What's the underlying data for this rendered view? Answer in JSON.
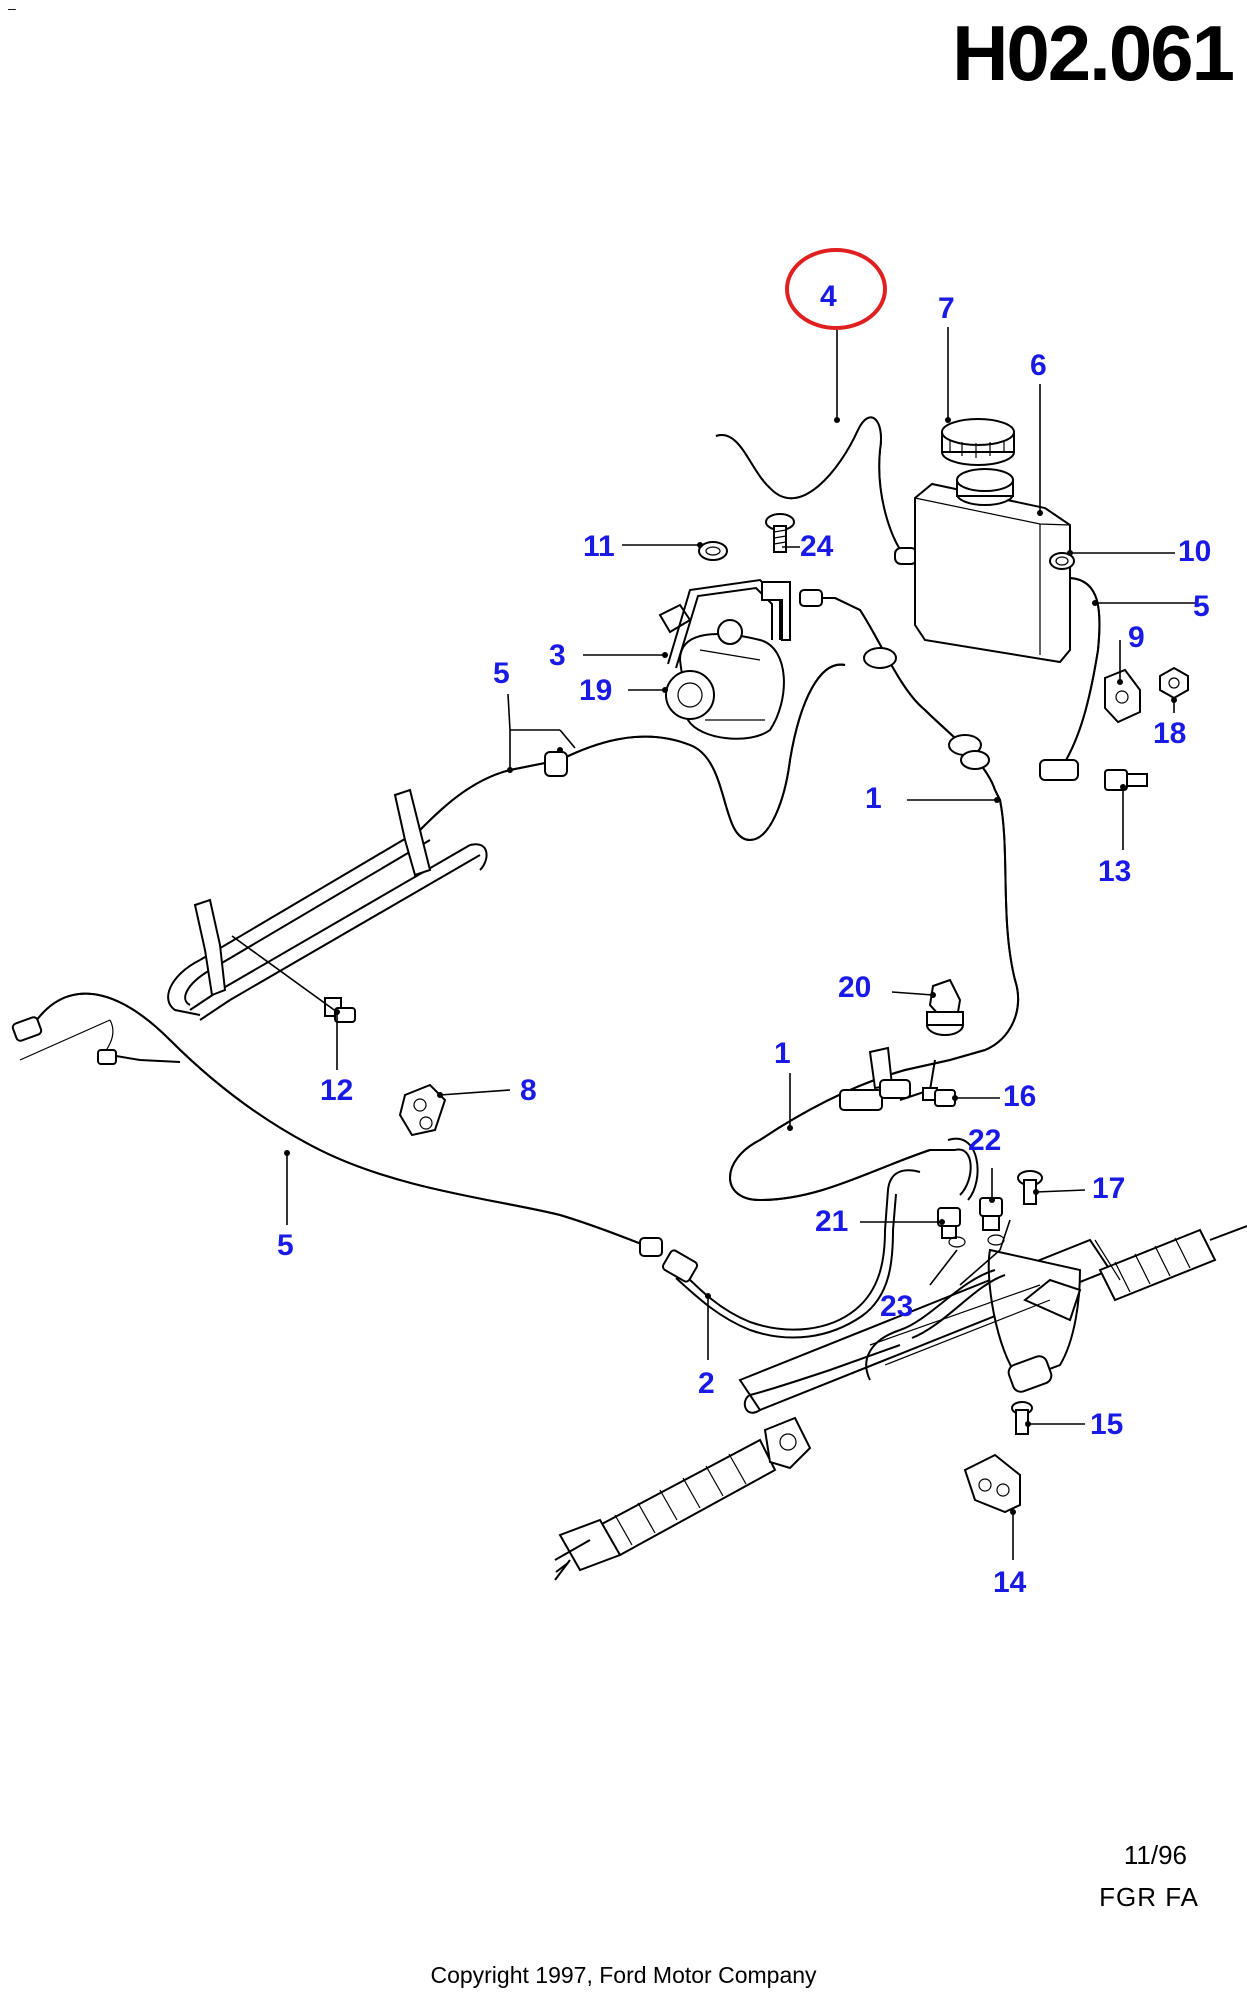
{
  "header": {
    "diagram_code": "H02.061",
    "corner_mark": "–"
  },
  "callouts": [
    {
      "id": "c4",
      "label": "4",
      "highlighted": true
    },
    {
      "id": "c7",
      "label": "7"
    },
    {
      "id": "c6",
      "label": "6"
    },
    {
      "id": "c11",
      "label": "11"
    },
    {
      "id": "c24",
      "label": "24"
    },
    {
      "id": "c10",
      "label": "10"
    },
    {
      "id": "c5a",
      "label": "5"
    },
    {
      "id": "c3",
      "label": "3"
    },
    {
      "id": "c9",
      "label": "9"
    },
    {
      "id": "c5b",
      "label": "5"
    },
    {
      "id": "c19",
      "label": "19"
    },
    {
      "id": "c18",
      "label": "18"
    },
    {
      "id": "c1a",
      "label": "1"
    },
    {
      "id": "c13",
      "label": "13"
    },
    {
      "id": "c20",
      "label": "20"
    },
    {
      "id": "c1b",
      "label": "1"
    },
    {
      "id": "c8",
      "label": "8"
    },
    {
      "id": "c12",
      "label": "12"
    },
    {
      "id": "c16",
      "label": "16"
    },
    {
      "id": "c22",
      "label": "22"
    },
    {
      "id": "c17",
      "label": "17"
    },
    {
      "id": "c21",
      "label": "21"
    },
    {
      "id": "c5c",
      "label": "5"
    },
    {
      "id": "c23",
      "label": "23"
    },
    {
      "id": "c2",
      "label": "2"
    },
    {
      "id": "c15",
      "label": "15"
    },
    {
      "id": "c14",
      "label": "14"
    }
  ],
  "colors": {
    "callout": "#1a1ae6",
    "highlight_circle": "#e02020"
  },
  "footer": {
    "date_code": "11/96",
    "region_code": "FGR   FA",
    "copyright": "Copyright 1997, Ford Motor Company"
  }
}
